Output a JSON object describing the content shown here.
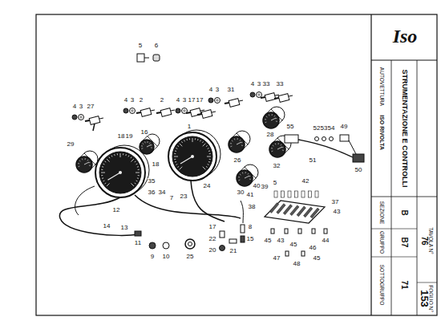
{
  "diagram": {
    "title": "STRUMENTAZIONE E CONTROLLI",
    "labels": [
      "5",
      "6",
      "4",
      "3",
      "27",
      "4",
      "3",
      "2",
      "2",
      "4",
      "3",
      "17",
      "17",
      "4",
      "3",
      "31",
      "4",
      "3",
      "33",
      "33",
      "18",
      "19",
      "16",
      "1",
      "26",
      "28",
      "55",
      "52",
      "53",
      "54",
      "49",
      "29",
      "18",
      "35",
      "36",
      "34",
      "7",
      "23",
      "24",
      "30",
      "32",
      "51",
      "50",
      "12",
      "14",
      "13",
      "11",
      "9",
      "10",
      "25",
      "17",
      "22",
      "20",
      "21",
      "8",
      "15",
      "41",
      "38",
      "39",
      "40",
      "5",
      "42",
      "37",
      "43",
      "45",
      "43",
      "44",
      "45",
      "46",
      "47",
      "48",
      "45",
      "Iso",
      "AUTOVETTURA",
      "ISO RIVOLTA",
      "SEZIONE",
      "B",
      "GRUPPO",
      "B7",
      "SOTTOGRUPPO",
      "71",
      "TAVOLA N°",
      "76",
      "FOGLIO N°",
      "153"
    ]
  }
}
